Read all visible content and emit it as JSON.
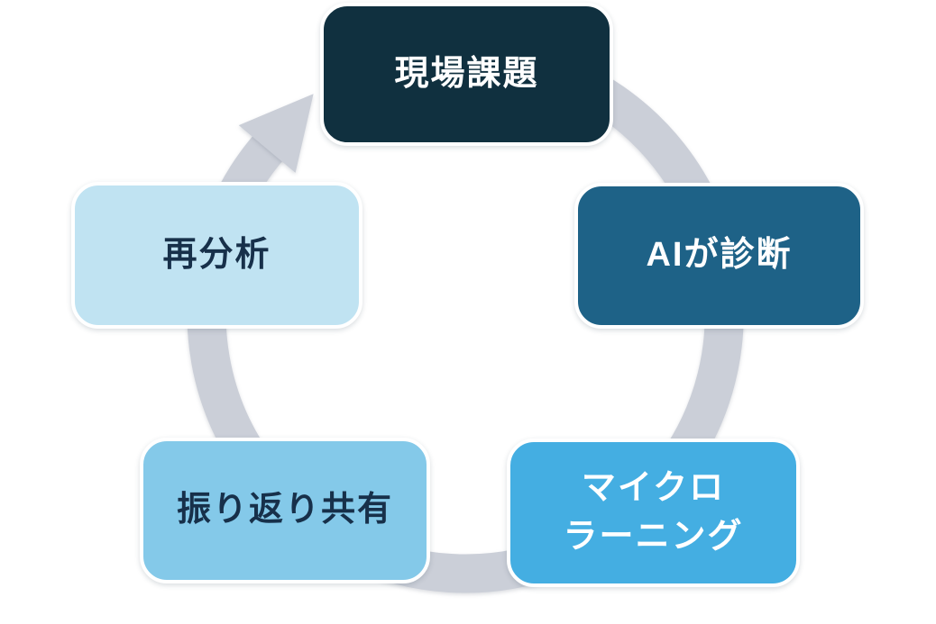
{
  "cycle": {
    "kind": "cycle-diagram",
    "flow_direction": "clockwise",
    "ring_color": "#cbcfd8",
    "steps": [
      {
        "position": "top",
        "lines": [
          "現場課題"
        ],
        "bg": "#10303f",
        "text_color": "#ffffff"
      },
      {
        "position": "right",
        "lines": [
          "AIが診断"
        ],
        "bg": "#1e6287",
        "text_color": "#ffffff"
      },
      {
        "position": "bottom-right",
        "lines": [
          "マイクロ",
          "ラーニング"
        ],
        "bg": "#44aee2",
        "text_color": "#ffffff"
      },
      {
        "position": "bottom-left",
        "lines": [
          "振り返り共有"
        ],
        "bg": "#84c9e9",
        "text_color": "#17304a"
      },
      {
        "position": "left",
        "lines": [
          "再分析"
        ],
        "bg": "#c0e3f2",
        "text_color": "#17304a"
      }
    ]
  }
}
